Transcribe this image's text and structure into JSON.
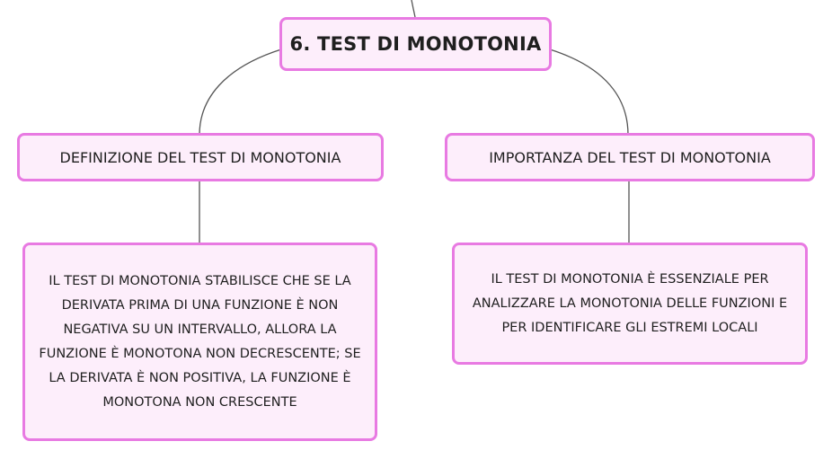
{
  "root": {
    "label": "6. TEST DI MONOTONIA"
  },
  "definition": {
    "title": "DEFINIZIONE DEL TEST DI MONOTONIA",
    "text": "IL TEST DI MONOTONIA STABILISCE CHE SE LA DERIVATA PRIMA DI UNA FUNZIONE È NON NEGATIVA SU UN INTERVALLO, ALLORA LA FUNZIONE È MONOTONA NON DECRESCENTE; SE LA DERIVATA È NON POSITIVA, LA FUNZIONE È MONOTONA NON CRESCENTE"
  },
  "importance": {
    "title": "IMPORTANZA DEL TEST DI MONOTONIA",
    "text": "IL TEST DI MONOTONIA È ESSENZIALE PER ANALIZZARE LA MONOTONIA DELLE FUNZIONI E PER IDENTIFICARE GLI ESTREMI LOCALI"
  },
  "colors": {
    "node_fill": "#fdeefb",
    "node_border": "#e87ae2",
    "connector": "#555555",
    "text": "#1f1f1f"
  }
}
